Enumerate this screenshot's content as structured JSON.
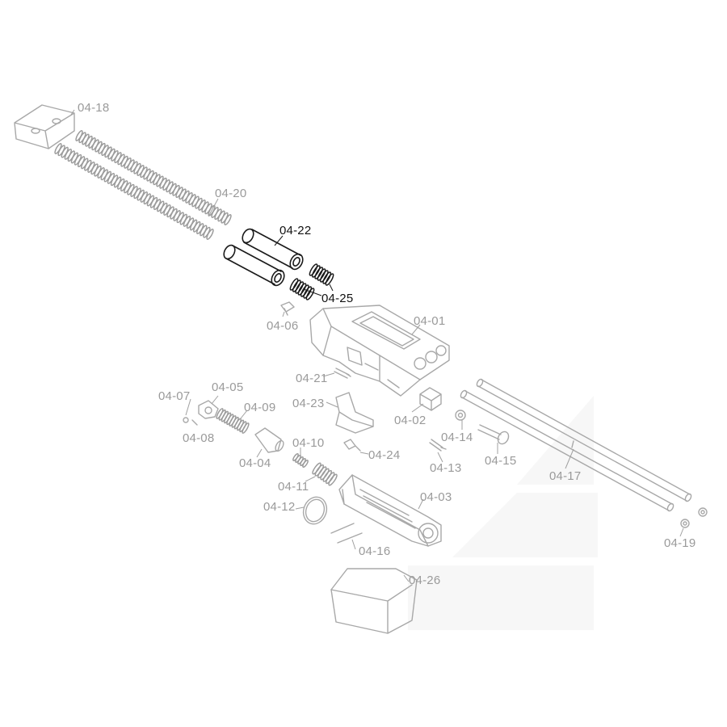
{
  "diagram": {
    "colors": {
      "part_stroke": "#a8a8a8",
      "highlight_stroke": "#1a1a1a",
      "label_text": "#9a9a9a",
      "highlight_text": "#111111",
      "background": "#ffffff"
    },
    "parts": [
      {
        "id": "04-18",
        "label": "04-18",
        "highlighted": false
      },
      {
        "id": "04-20",
        "label": "04-20",
        "highlighted": false
      },
      {
        "id": "04-22",
        "label": "04-22",
        "highlighted": true
      },
      {
        "id": "04-25",
        "label": "04-25",
        "highlighted": true
      },
      {
        "id": "04-06",
        "label": "04-06",
        "highlighted": false
      },
      {
        "id": "04-01",
        "label": "04-01",
        "highlighted": false
      },
      {
        "id": "04-21",
        "label": "04-21",
        "highlighted": false
      },
      {
        "id": "04-07",
        "label": "04-07",
        "highlighted": false
      },
      {
        "id": "04-05",
        "label": "04-05",
        "highlighted": false
      },
      {
        "id": "04-09",
        "label": "04-09",
        "highlighted": false
      },
      {
        "id": "04-23",
        "label": "04-23",
        "highlighted": false
      },
      {
        "id": "04-02",
        "label": "04-02",
        "highlighted": false
      },
      {
        "id": "04-08",
        "label": "04-08",
        "highlighted": false
      },
      {
        "id": "04-14",
        "label": "04-14",
        "highlighted": false
      },
      {
        "id": "04-10",
        "label": "04-10",
        "highlighted": false
      },
      {
        "id": "04-24",
        "label": "04-24",
        "highlighted": false
      },
      {
        "id": "04-04",
        "label": "04-04",
        "highlighted": false
      },
      {
        "id": "04-13",
        "label": "04-13",
        "highlighted": false
      },
      {
        "id": "04-15",
        "label": "04-15",
        "highlighted": false
      },
      {
        "id": "04-17",
        "label": "04-17",
        "highlighted": false
      },
      {
        "id": "04-11",
        "label": "04-11",
        "highlighted": false
      },
      {
        "id": "04-03",
        "label": "04-03",
        "highlighted": false
      },
      {
        "id": "04-12",
        "label": "04-12",
        "highlighted": false
      },
      {
        "id": "04-19",
        "label": "04-19",
        "highlighted": false
      },
      {
        "id": "04-16",
        "label": "04-16",
        "highlighted": false
      },
      {
        "id": "04-26",
        "label": "04-26",
        "highlighted": false
      }
    ]
  }
}
